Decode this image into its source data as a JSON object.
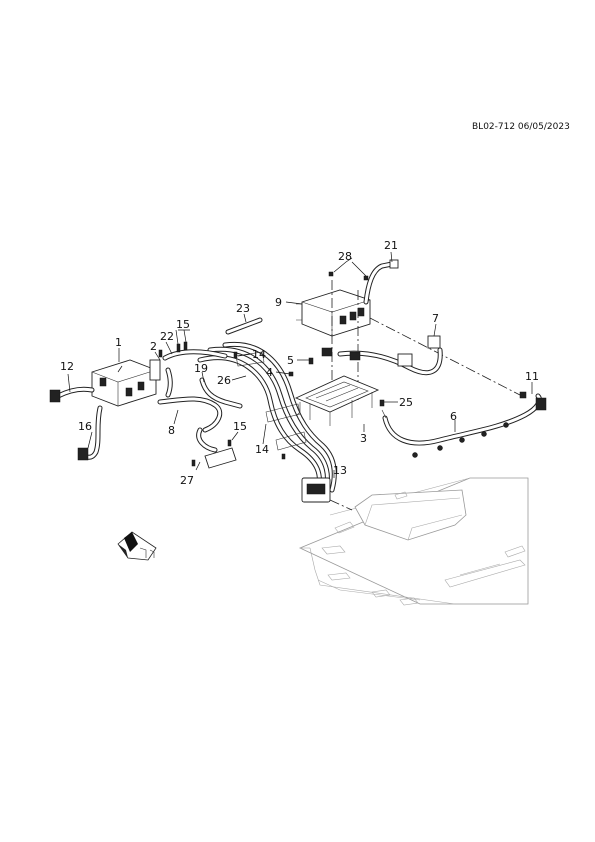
{
  "reference": "BL02-712 06/05/2023",
  "callouts": [
    "1",
    "2",
    "3",
    "4",
    "5",
    "6",
    "7",
    "8",
    "9",
    "11",
    "12",
    "13",
    "14",
    "14",
    "15",
    "15",
    "16",
    "19",
    "21",
    "22",
    "23",
    "25",
    "26",
    "27",
    "28"
  ],
  "icons": {
    "direction_arrow": "front-direction-arrow-icon"
  }
}
